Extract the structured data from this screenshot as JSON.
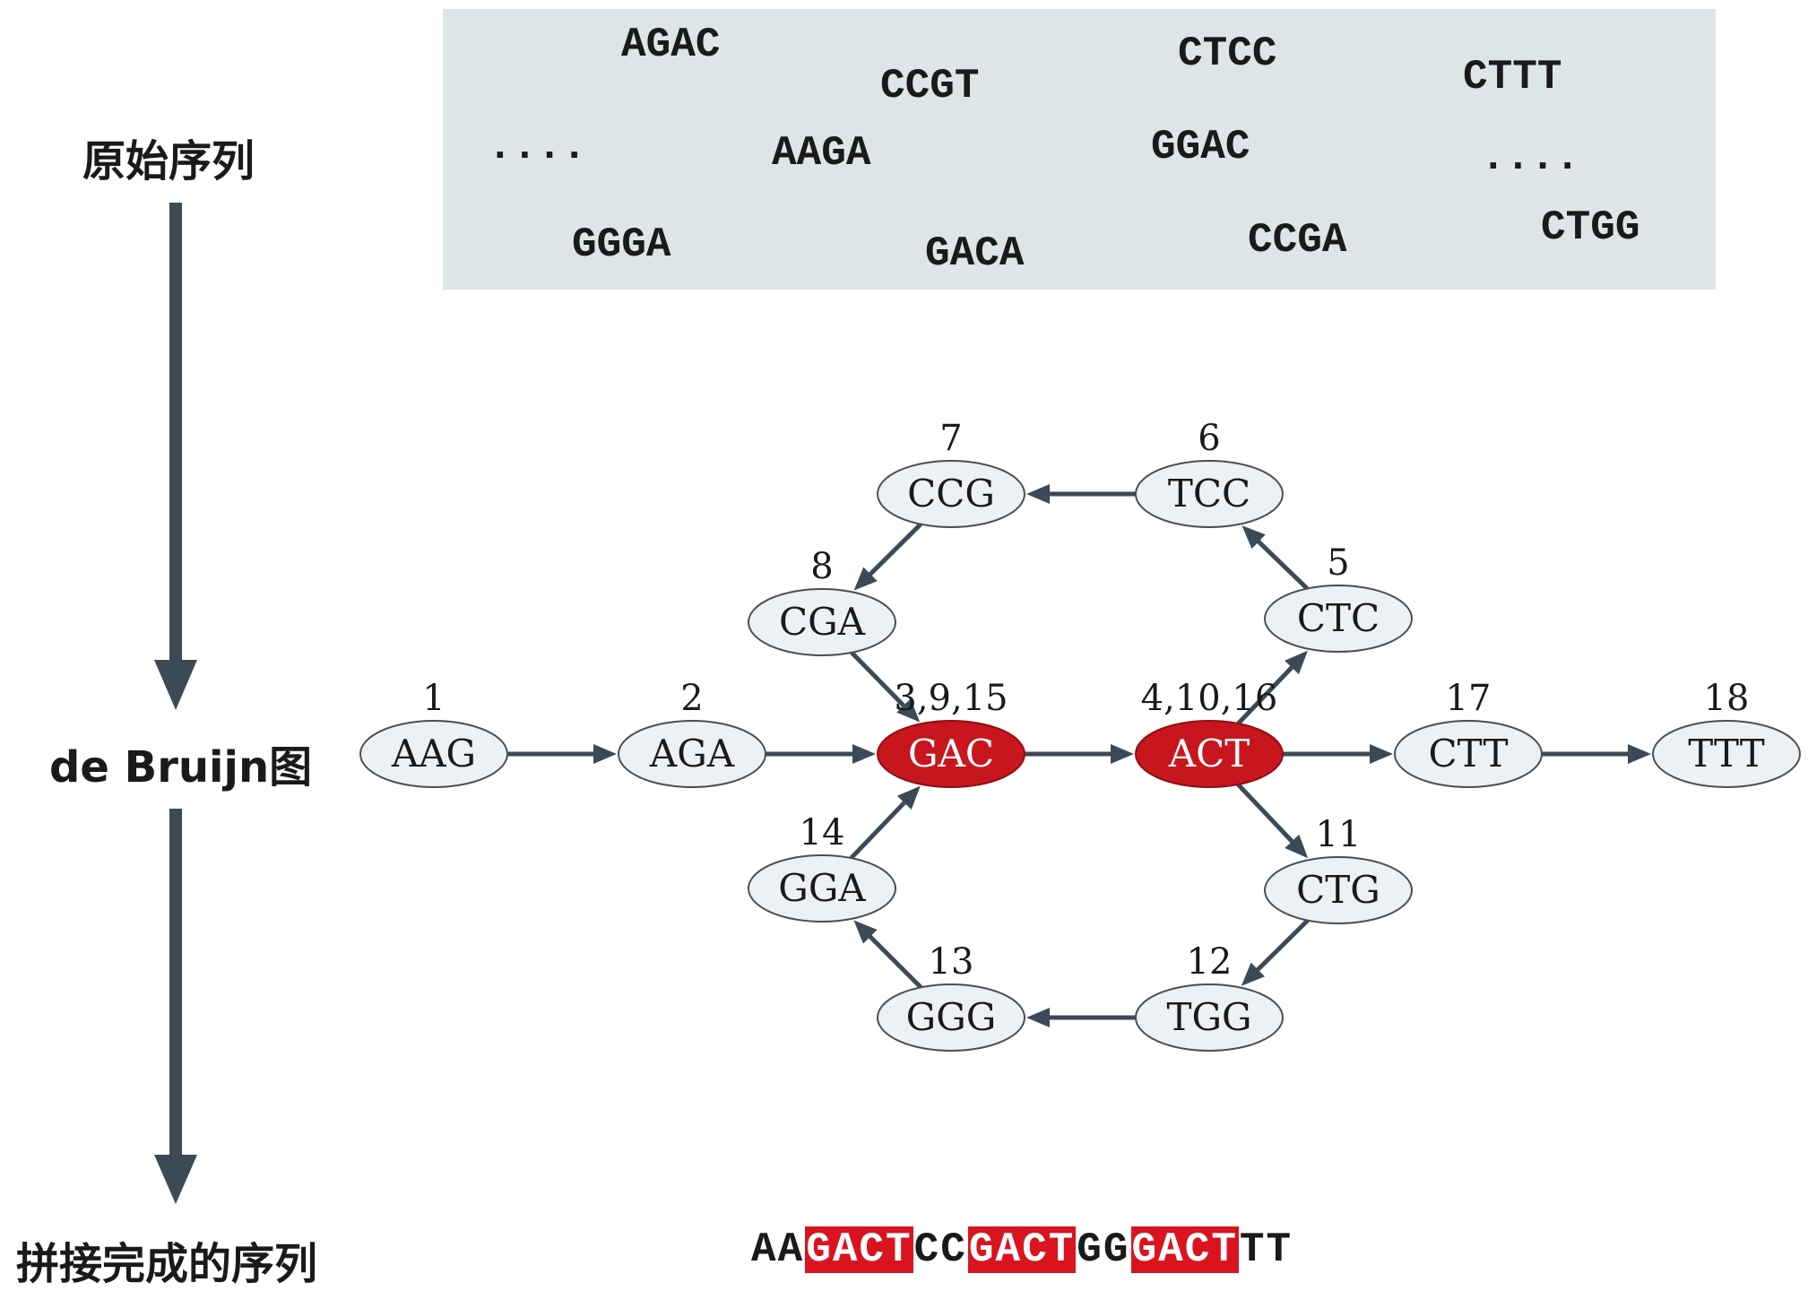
{
  "stages": {
    "reads": "原始序列",
    "graph": "de Bruijn图",
    "assembled": "拼接完成的序列"
  },
  "reads": [
    {
      "id": "r1",
      "text": "AGAC"
    },
    {
      "id": "r2",
      "text": "CCGT"
    },
    {
      "id": "r3",
      "text": "CTCC"
    },
    {
      "id": "r4",
      "text": "CTTT"
    },
    {
      "id": "r5",
      "text": "...."
    },
    {
      "id": "r6",
      "text": "AAGA"
    },
    {
      "id": "r7",
      "text": "GGAC"
    },
    {
      "id": "r8",
      "text": "...."
    },
    {
      "id": "r9",
      "text": "GGGA"
    },
    {
      "id": "r10",
      "text": "GACA"
    },
    {
      "id": "r11",
      "text": "CCGA"
    },
    {
      "id": "r12",
      "text": "CTGG"
    }
  ],
  "graph": {
    "colors": {
      "node_fill": "#eef1f3",
      "node_highlight": "#c8161e",
      "edge": "#3c4a57"
    },
    "nodes": [
      {
        "id": "AAG",
        "label": "AAG",
        "order": "1",
        "highlight": false
      },
      {
        "id": "AGA",
        "label": "AGA",
        "order": "2",
        "highlight": false
      },
      {
        "id": "GAC",
        "label": "GAC",
        "order": "3,9,15",
        "highlight": true
      },
      {
        "id": "ACT",
        "label": "ACT",
        "order": "4,10,16",
        "highlight": true
      },
      {
        "id": "CTC",
        "label": "CTC",
        "order": "5",
        "highlight": false
      },
      {
        "id": "TCC",
        "label": "TCC",
        "order": "6",
        "highlight": false
      },
      {
        "id": "CCG",
        "label": "CCG",
        "order": "7",
        "highlight": false
      },
      {
        "id": "CGA",
        "label": "CGA",
        "order": "8",
        "highlight": false
      },
      {
        "id": "CTG",
        "label": "CTG",
        "order": "11",
        "highlight": false
      },
      {
        "id": "TGG",
        "label": "TGG",
        "order": "12",
        "highlight": false
      },
      {
        "id": "GGG",
        "label": "GGG",
        "order": "13",
        "highlight": false
      },
      {
        "id": "GGA",
        "label": "GGA",
        "order": "14",
        "highlight": false
      },
      {
        "id": "CTT",
        "label": "CTT",
        "order": "17",
        "highlight": false
      },
      {
        "id": "TTT",
        "label": "TTT",
        "order": "18",
        "highlight": false
      }
    ],
    "edges": [
      {
        "from": "AAG",
        "to": "AGA"
      },
      {
        "from": "AGA",
        "to": "GAC"
      },
      {
        "from": "GAC",
        "to": "ACT"
      },
      {
        "from": "ACT",
        "to": "CTC"
      },
      {
        "from": "CTC",
        "to": "TCC"
      },
      {
        "from": "TCC",
        "to": "CCG"
      },
      {
        "from": "CCG",
        "to": "CGA"
      },
      {
        "from": "CGA",
        "to": "GAC"
      },
      {
        "from": "ACT",
        "to": "CTG"
      },
      {
        "from": "CTG",
        "to": "TGG"
      },
      {
        "from": "TGG",
        "to": "GGG"
      },
      {
        "from": "GGG",
        "to": "GGA"
      },
      {
        "from": "GGA",
        "to": "GAC"
      },
      {
        "from": "ACT",
        "to": "CTT"
      },
      {
        "from": "CTT",
        "to": "TTT"
      }
    ]
  },
  "assembled_segments": [
    {
      "text": "AA",
      "highlight": false
    },
    {
      "text": "GACT",
      "highlight": true
    },
    {
      "text": "CC",
      "highlight": false
    },
    {
      "text": "GACT",
      "highlight": true
    },
    {
      "text": "GG",
      "highlight": false
    },
    {
      "text": "GACT",
      "highlight": true
    },
    {
      "text": "TT",
      "highlight": false
    }
  ]
}
